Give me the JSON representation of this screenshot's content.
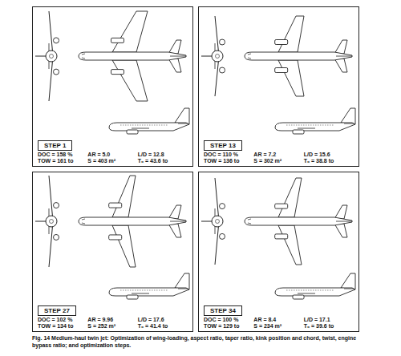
{
  "diagram": {
    "caption": "Fig. 14 Medium-haul twin jet: Optimization of wing-loading, aspect ratio, taper ratio, kink position and chord, twist, engine bypass ratio; and optimization steps.",
    "nodes": [
      {
        "text": [
          "DOC = 158 %",
          "AR = 5.0",
          "L/D = 12.8",
          "TOW = 161 to",
          "S = 403 m²",
          "T₀ = 43.6 to"
        ]
      },
      {
        "text": [
          "STEP 1"
        ],
        "in": 0
      },
      {
        "text": [
          "DOC = 110 %",
          "AR = 7.2",
          "L/D = 15.6",
          "TOW = 136 to",
          "S = 302 m²",
          "T₀ = 38.8 to"
        ]
      },
      {
        "text": [
          "STEP 13"
        ],
        "in": 2
      },
      {
        "text": [
          "DOC = 102 %",
          "AR = 9.96",
          "L/D = 17.6",
          "TOW = 134 to",
          "S = 252 m²",
          "T₀ = 41.4 to"
        ]
      },
      {
        "text": [
          "STEP 27"
        ],
        "in": 4
      },
      {
        "text": [
          "DOC = 100 %",
          "AR = 8.4",
          "L/D = 17.1",
          "TOW = 129 to",
          "S = 234 m²",
          "T₀ = 39.6 to"
        ]
      },
      {
        "text": [
          "STEP 34"
        ],
        "in": 6
      }
    ]
  }
}
